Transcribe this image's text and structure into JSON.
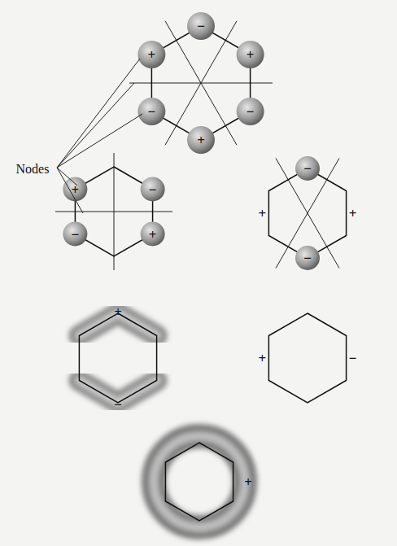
{
  "diagram": {
    "labels": [
      "Nodes",
      "−",
      "+",
      "−",
      "+",
      "−",
      "+",
      "+",
      "−",
      "+",
      "−",
      "−",
      "+",
      "−",
      "+",
      "+",
      "−",
      "+",
      "−",
      "+"
    ]
  }
}
